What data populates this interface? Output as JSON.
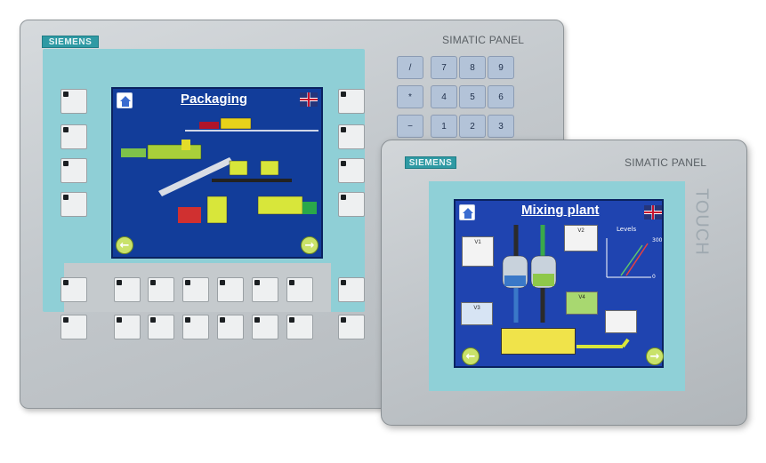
{
  "panel_keypad": {
    "brand": "SIEMENS",
    "model": "SIMATIC PANEL",
    "screen": {
      "title": "Packaging"
    },
    "numpad": [
      {
        "main": "/",
        "sub": ""
      },
      {
        "main": "7",
        "sub": ""
      },
      {
        "main": "8",
        "sub": ""
      },
      {
        "main": "9",
        "sub": ""
      },
      {
        "main": "*",
        "sub": ""
      },
      {
        "main": "4",
        "sub": ""
      },
      {
        "main": "5",
        "sub": ""
      },
      {
        "main": "6",
        "sub": ""
      },
      {
        "main": "−",
        "sub": ""
      },
      {
        "main": "1",
        "sub": ""
      },
      {
        "main": "2",
        "sub": ""
      },
      {
        "main": "3",
        "sub": ""
      }
    ]
  },
  "panel_touch": {
    "brand": "SIEMENS",
    "model": "SIMATIC PANEL",
    "side_label": "TOUCH",
    "screen": {
      "title": "Mixing plant",
      "valves": [
        {
          "label": "V1"
        },
        {
          "label": "V2"
        },
        {
          "label": "V3"
        },
        {
          "label": "V4"
        }
      ],
      "gauge_label": "Levels",
      "gauge_max": "300",
      "gauge_min": "0"
    }
  },
  "colors": {
    "accent": "#2f9aa4",
    "screen_blue": "#123d9a",
    "bezel": "#8fcfd6"
  }
}
